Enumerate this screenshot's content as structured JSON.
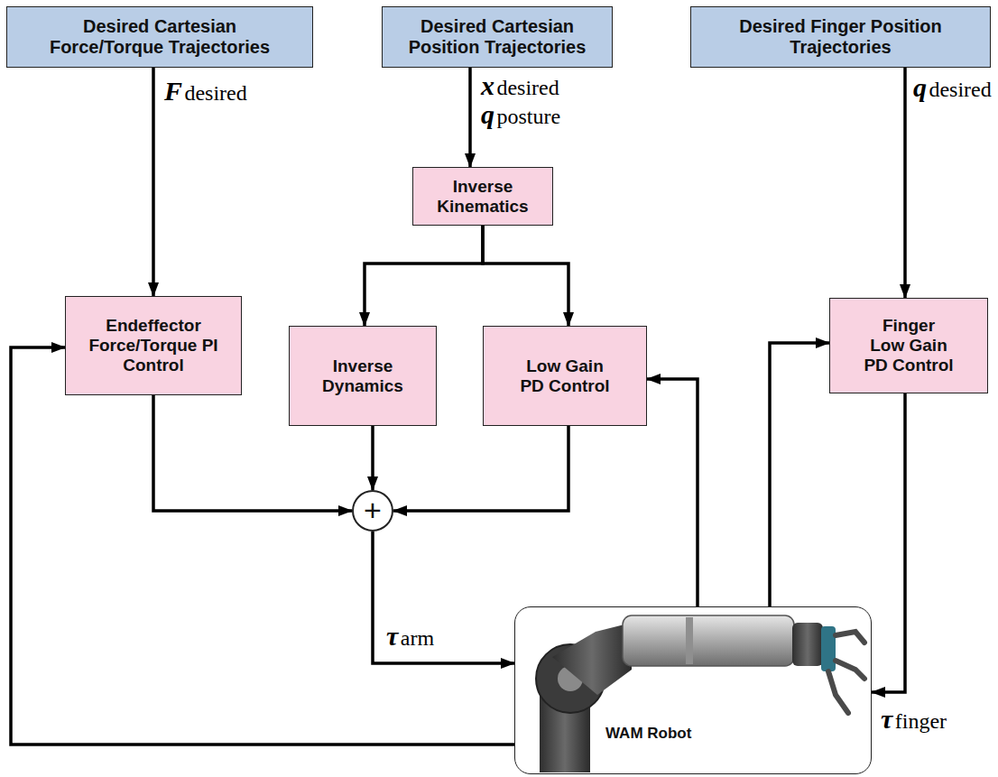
{
  "diagram": {
    "nodes": [
      {
        "text": [
          "Desired Cartesian Force/Torque Trajectories"
        ]
      },
      {
        "text": [
          "Desired Cartesian Position Trajectories"
        ]
      },
      {
        "text": [
          "Desired Finger Position Trajectories"
        ]
      },
      {
        "text": [
          "Inverse Kinematics"
        ]
      },
      {
        "text": [
          "Endeffector Force/Torque PI Control"
        ]
      },
      {
        "text": [
          "Inverse Dynamics"
        ]
      },
      {
        "text": [
          "Low Gain PD Control"
        ]
      },
      {
        "text": [
          "Finger Low Gain PD Control"
        ]
      },
      {
        "text": [
          "+"
        ]
      },
      {
        "text": [
          "WAM Robot"
        ]
      }
    ],
    "edges": [
      {
        "from": 0,
        "to": 4,
        "arrow": "to"
      },
      {
        "from": 1,
        "to": 3,
        "arrow": "to"
      },
      {
        "from": 2,
        "to": 7,
        "arrow": "to"
      },
      {
        "from": 3,
        "to": 5,
        "arrow": "to"
      },
      {
        "from": 3,
        "to": 6,
        "arrow": "to"
      },
      {
        "from": 4,
        "to": 8,
        "arrow": "to"
      },
      {
        "from": 5,
        "to": 8,
        "arrow": "to"
      },
      {
        "from": 6,
        "to": 8,
        "arrow": "to"
      },
      {
        "from": 8,
        "to": 9,
        "arrow": "to"
      },
      {
        "from": 7,
        "to": 9,
        "arrow": "to"
      },
      {
        "from": 9,
        "to": 4,
        "arrow": "to"
      },
      {
        "from": 9,
        "to": 6,
        "arrow": "to"
      },
      {
        "from": 9,
        "to": 7,
        "arrow": "to"
      }
    ],
    "labels": [
      "F desired",
      "x desired",
      "q posture",
      "q desired",
      "τ arm",
      "τ finger"
    ]
  }
}
